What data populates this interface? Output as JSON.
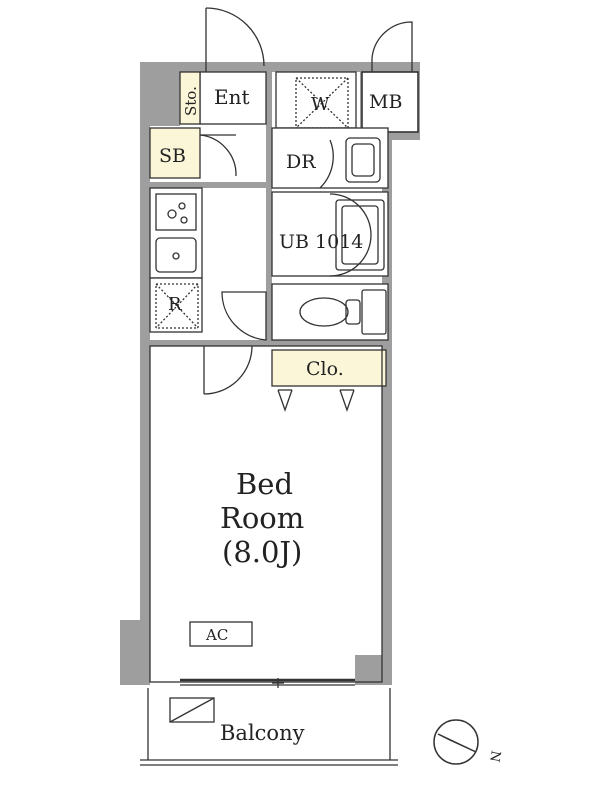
{
  "rooms": {
    "entrance": "Ent",
    "storage": "Sto.",
    "washer": "W",
    "meter_box": "MB",
    "shoe_box": "SB",
    "dressing_room": "DR",
    "unit_bath": "UB 1014",
    "refrigerator": "R",
    "closet": "Clo.",
    "bedroom_line1": "Bed",
    "bedroom_line2": "Room",
    "bedroom_size": "(8.0J)",
    "air_conditioner": "AC",
    "balcony": "Balcony"
  },
  "compass": {
    "north_label": "N"
  },
  "colors": {
    "wall": "#9e9e9e",
    "highlight": "#fbf6d8",
    "line": "#333333"
  }
}
